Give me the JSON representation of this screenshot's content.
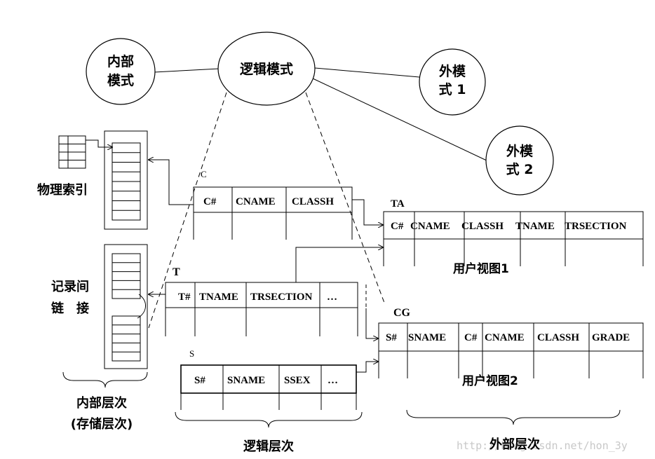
{
  "ellipses": {
    "internal_line1": "内部",
    "internal_line2": "模式",
    "logical": "逻辑模式",
    "external1_line1": "外模",
    "external1_line2": "式 1",
    "external2_line1": "外模",
    "external2_line2": "式 2"
  },
  "left": {
    "physical_index": "物理索引",
    "record_link_line1": "记录间",
    "record_link_line2": "链　接",
    "internal_level_line1": "内部层次",
    "internal_level_line2": "(存储层次)"
  },
  "tables": {
    "c": {
      "name": "C",
      "cols": [
        "C#",
        "CNAME",
        "CLASSH"
      ]
    },
    "t": {
      "name": "T",
      "cols": [
        "T#",
        "TNAME",
        "TRSECTION",
        "…"
      ]
    },
    "s": {
      "name": "S",
      "cols": [
        "S#",
        "SNAME",
        "SSEX",
        "…"
      ]
    },
    "ta": {
      "name": "TA",
      "cols": [
        "C#",
        "CNAME",
        "CLASSH",
        "TNAME",
        "TRSECTION"
      ],
      "caption": "用户视图1"
    },
    "cg": {
      "name": "CG",
      "cols": [
        "S#",
        "SNAME",
        "C#",
        "CNAME",
        "CLASSH",
        "GRADE"
      ],
      "caption": "用户视图2"
    }
  },
  "levels": {
    "logical": "逻辑层次",
    "external": "外部层次"
  },
  "watermark": "http://blog.csdn.net/hon_3y"
}
